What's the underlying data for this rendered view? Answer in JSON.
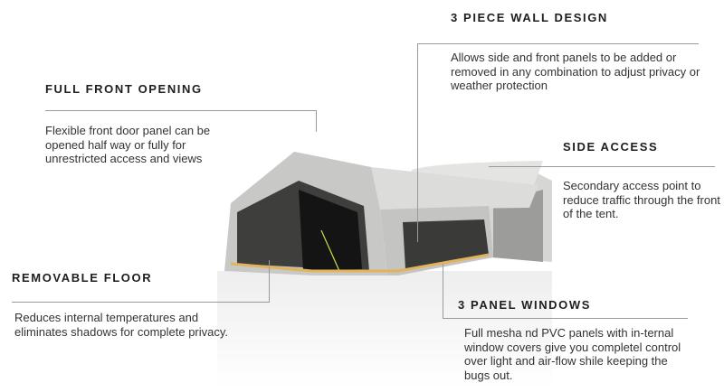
{
  "features": [
    {
      "title": "3 PIECE WALL DESIGN",
      "text": "Allows side and front panels to be added or removed in any combination to adjust privacy or weather protection"
    },
    {
      "title": "FULL FRONT OPENING",
      "text": "Flexible front door panel can be opened half way or fully for unrestricted access and views"
    },
    {
      "title": "SIDE ACCESS",
      "text": "Secondary access point to reduce traffic through the front of the tent."
    },
    {
      "title": "REMOVABLE FLOOR",
      "text": "Reduces internal temperatures and eliminates shadows for complete privacy."
    },
    {
      "title": "3 PANEL WINDOWS",
      "text": "Full mesha nd PVC panels with in-ternal window covers give you completel control over light and air-flow shile keeping the bugs out."
    }
  ],
  "colors": {
    "canvas": "#d4d4d2",
    "mesh": "#3a3a38",
    "floor": "#e2b35a",
    "accent": "#c9e04a"
  }
}
